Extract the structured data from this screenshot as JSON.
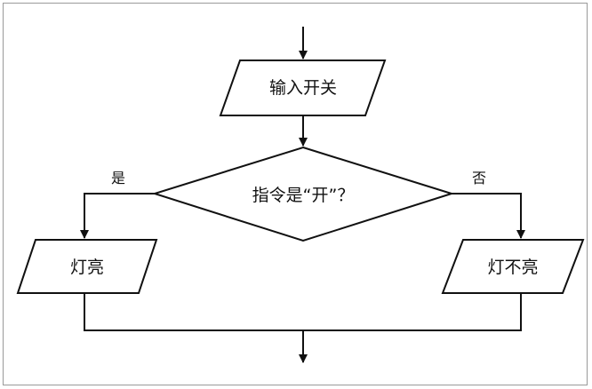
{
  "flowchart": {
    "input_node": {
      "label": "输入开关"
    },
    "decision_node": {
      "label": "指令是“开”？"
    },
    "yes_branch": {
      "label": "是",
      "output_label": "灯亮"
    },
    "no_branch": {
      "label": "否",
      "output_label": "灯不亮"
    }
  },
  "colors": {
    "stroke": "#111111",
    "background": "#ffffff",
    "frame": "#9a9a9a"
  }
}
